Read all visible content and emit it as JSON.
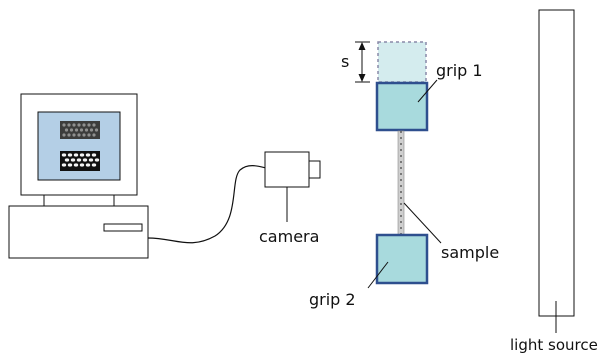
{
  "labels": {
    "s": "s",
    "grip1": "grip 1",
    "grip2": "grip 2",
    "camera": "camera",
    "sample": "sample",
    "light_source": "light source"
  },
  "colors": {
    "grip_fill": "#a8dadd",
    "grip_border": "#2e4f8e",
    "ghost_fill": "#d4ecee",
    "screen_bg": "#b4cfe6",
    "line": "#111111"
  }
}
